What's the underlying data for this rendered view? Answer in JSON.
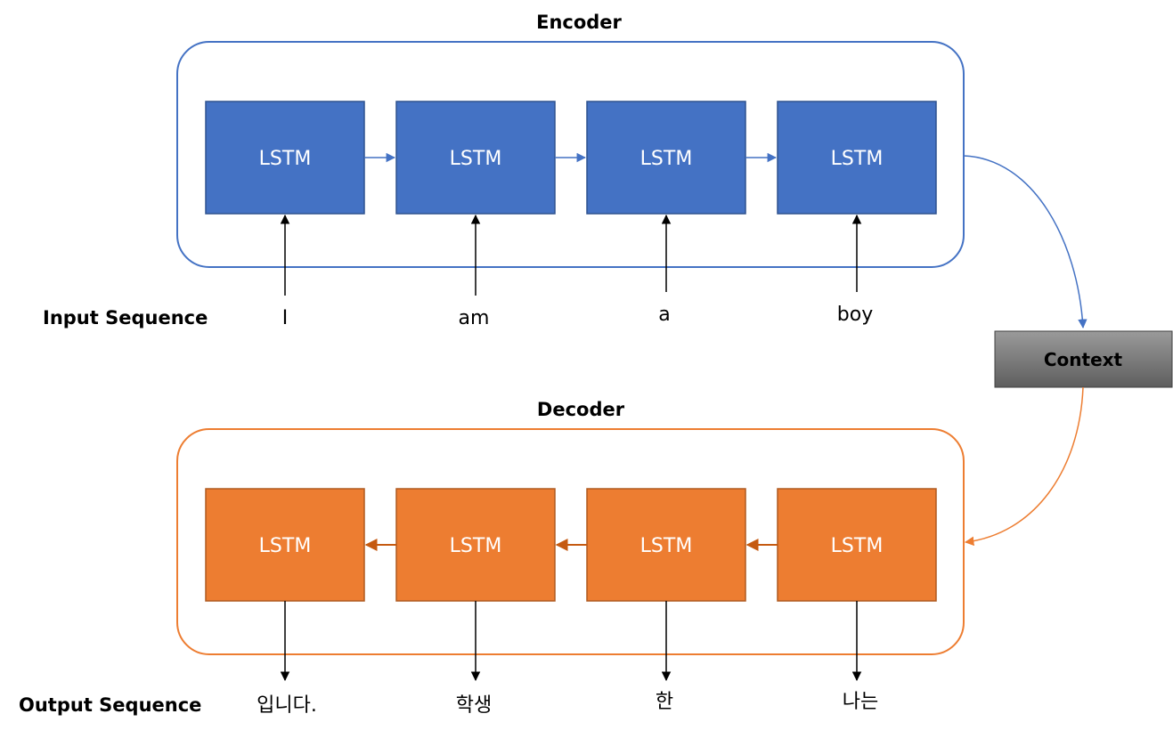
{
  "encoder": {
    "title": "Encoder",
    "cells": [
      "LSTM",
      "LSTM",
      "LSTM",
      "LSTM"
    ],
    "inputs": [
      "I",
      "am",
      "a",
      "boy"
    ],
    "sequence_label": "Input Sequence",
    "color": "#4472C4",
    "border_color": "#4472C4"
  },
  "context": {
    "label": "Context"
  },
  "decoder": {
    "title": "Decoder",
    "cells": [
      "LSTM",
      "LSTM",
      "LSTM",
      "LSTM"
    ],
    "outputs": [
      "입니다.",
      "학생",
      "한",
      "나는"
    ],
    "sequence_label": "Output Sequence",
    "color": "#ED7D31",
    "border_color": "#ED7D31"
  }
}
